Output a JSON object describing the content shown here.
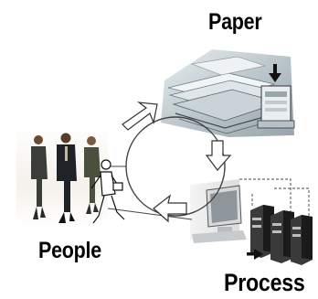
{
  "labels": {
    "paper": "Paper",
    "people": "People",
    "process": "Process"
  },
  "icons": [
    "paper-photo",
    "people-photo",
    "walking-man-icon",
    "process-photo",
    "server-icon",
    "cycle-arrows"
  ],
  "colors": {
    "text": "#000000",
    "line": "#333333",
    "background": "#ffffff"
  }
}
